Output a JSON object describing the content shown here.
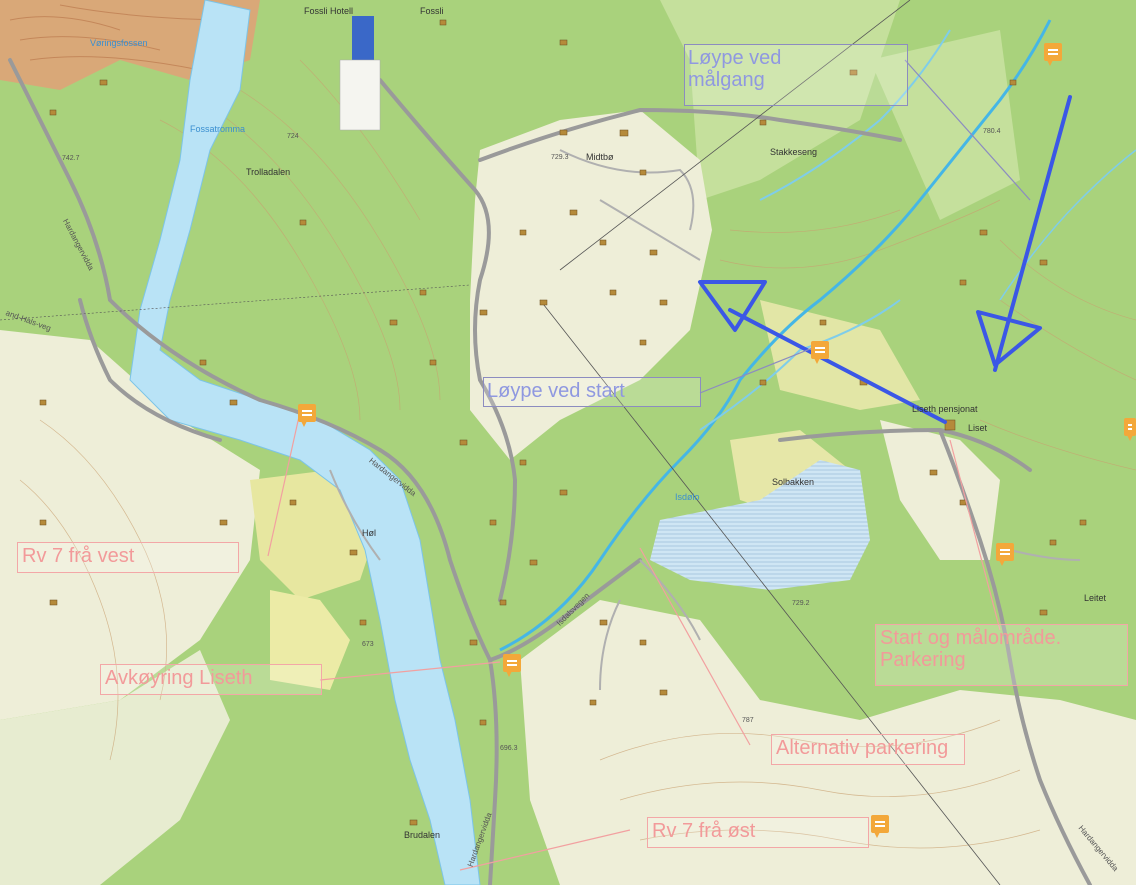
{
  "map": {
    "annotations": {
      "finish_route": [
        "Løype ved",
        "målgang"
      ],
      "start_route": "Løype ved start",
      "rv7_west": "Rv 7 frå vest",
      "exit_liseth": "Avkøyring Liseth",
      "start_finish": [
        "Start og målområde.",
        "Parkering"
      ],
      "alt_parking": "Alternativ parkering",
      "rv7_east": "Rv 7 frå øst"
    },
    "place_names": {
      "fossli_hotel": "Fossli Hotell",
      "fossli": "Fossli",
      "voringsfossen": "Vøringsfossen",
      "fossatromma": "Fossatromma",
      "trolladalen": "Trolladalen",
      "midtbo": "Midtbø",
      "stakkeseng": "Stakkeseng",
      "liseth_pensjonat": "Liseth pensjonat",
      "liset": "Liset",
      "solbakken": "Solbakken",
      "hoi": "Høl",
      "isdolo": "Isdølo",
      "leitet": "Leitet",
      "brudalen": "Brudalen"
    },
    "road_names": {
      "hardangervidda_nw": "Hardangervidda",
      "hardangervidda_mid": "Hardangervidda",
      "hardangervidda_s": "Hardangervidda",
      "hardangervidda_se": "Hardangervidda",
      "hals_veg": "and-Hals-veg",
      "isdalsvegen": "Isdalsvegen"
    },
    "elevations": {
      "e724": "724",
      "e7293": "729.3",
      "e7804": "780.4",
      "e7292": "729.2",
      "e787": "787",
      "e673": "673",
      "e7427": "742.7",
      "e6963": "696.3"
    },
    "colors": {
      "forest": "#a9d27c",
      "open_land": "#eeeed8",
      "water": "#b9e3f6",
      "river": "#45b6e6",
      "road": "#9a9a9a",
      "building": "#b58a3a",
      "blue_marking": "#3b57e6",
      "red_annotation": "#f29a9a",
      "pin": "#f3a83a"
    }
  }
}
